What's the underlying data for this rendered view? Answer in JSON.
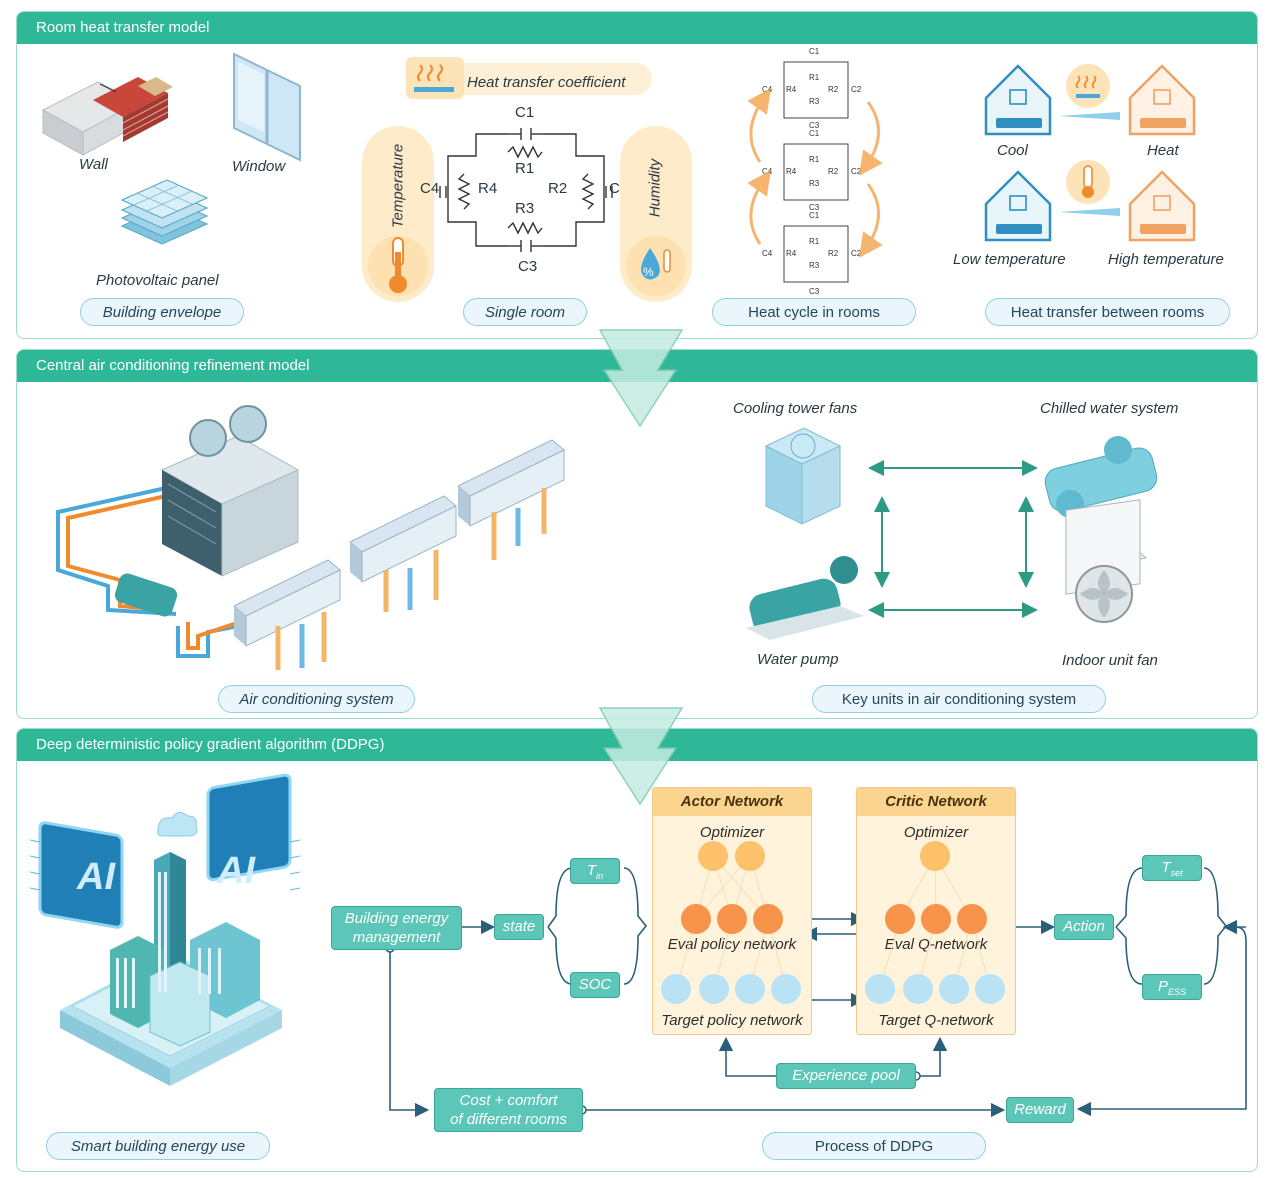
{
  "sections": {
    "room": "Room heat transfer model",
    "ac": "Central air conditioning refinement model",
    "ddpg": "Deep deterministic policy gradient algorithm (DDPG)"
  },
  "room": {
    "wall": "Wall",
    "window": "Window",
    "pv": "Photovoltaic panel",
    "envelope": "Building envelope",
    "htc": "Heat transfer coefficient",
    "temperature": "Temperature",
    "humidity": "Humidity",
    "single_room": "Single room",
    "circuit": {
      "c1": "C1",
      "r1": "R1",
      "c4": "C4",
      "r4": "R4",
      "r2": "R2",
      "c2": "C2",
      "r3": "R3",
      "c3": "C3"
    },
    "heat_cycle": "Heat cycle in rooms",
    "cool": "Cool",
    "heat": "Heat",
    "low_temp": "Low temperature",
    "high_temp": "High temperature",
    "between_rooms": "Heat transfer between rooms"
  },
  "ac": {
    "system": "Air conditioning system",
    "cooling_tower": "Cooling tower fans",
    "chilled_water": "Chilled water system",
    "water_pump": "Water pump",
    "indoor_fan": "Indoor unit fan",
    "key_units": "Key units in air conditioning system"
  },
  "ddpg": {
    "ai_left": "AI",
    "ai_right": "AI",
    "smart_building": "Smart building energy use",
    "bem_line1": "Building energy",
    "bem_line2": "management",
    "state": "state",
    "t_in": "T",
    "t_in_sub": "in",
    "soc": "SOC",
    "actor_title": "Actor Network",
    "critic_title": "Critic Network",
    "optimizer": "Optimizer",
    "eval_policy": "Eval policy network",
    "target_policy": "Target policy network",
    "eval_q": "Eval Q-network",
    "target_q": "Target Q-network",
    "experience_pool": "Experience pool",
    "cost_line1": "Cost + comfort",
    "cost_line2": "of different rooms",
    "reward": "Reward",
    "action": "Action",
    "t_set": "T",
    "t_set_sub": "set",
    "p_ess": "P",
    "p_ess_sub": "ESS",
    "process": "Process of DDPG"
  },
  "colors": {
    "teal": "#2fb897",
    "orange": "#f5a34a",
    "blue": "#4aa8d8"
  }
}
